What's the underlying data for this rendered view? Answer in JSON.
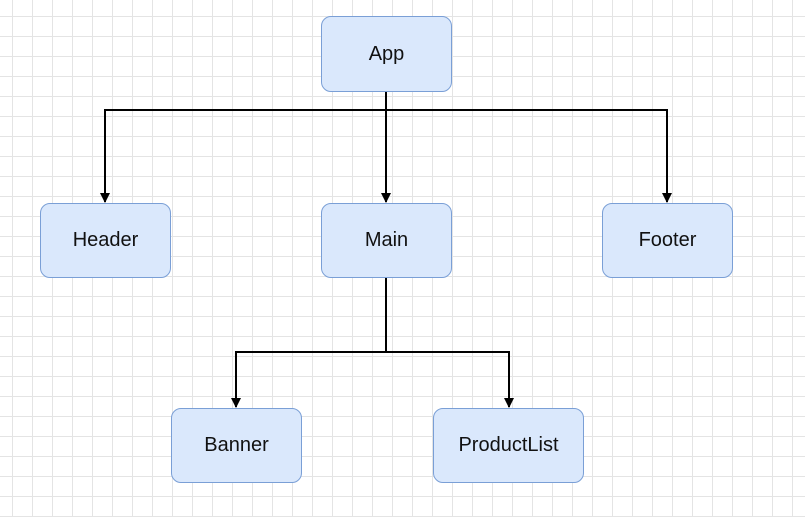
{
  "diagram": {
    "colors": {
      "node_fill": "#dae8fc",
      "node_border": "#7a9fd6",
      "edge": "#000000"
    },
    "nodes": [
      {
        "id": "app",
        "label": "App"
      },
      {
        "id": "header",
        "label": "Header"
      },
      {
        "id": "main",
        "label": "Main"
      },
      {
        "id": "footer",
        "label": "Footer"
      },
      {
        "id": "banner",
        "label": "Banner"
      },
      {
        "id": "productlist",
        "label": "ProductList"
      }
    ],
    "edges": [
      {
        "from": "app",
        "to": "header"
      },
      {
        "from": "app",
        "to": "main"
      },
      {
        "from": "app",
        "to": "footer"
      },
      {
        "from": "main",
        "to": "banner"
      },
      {
        "from": "main",
        "to": "productlist"
      }
    ]
  }
}
